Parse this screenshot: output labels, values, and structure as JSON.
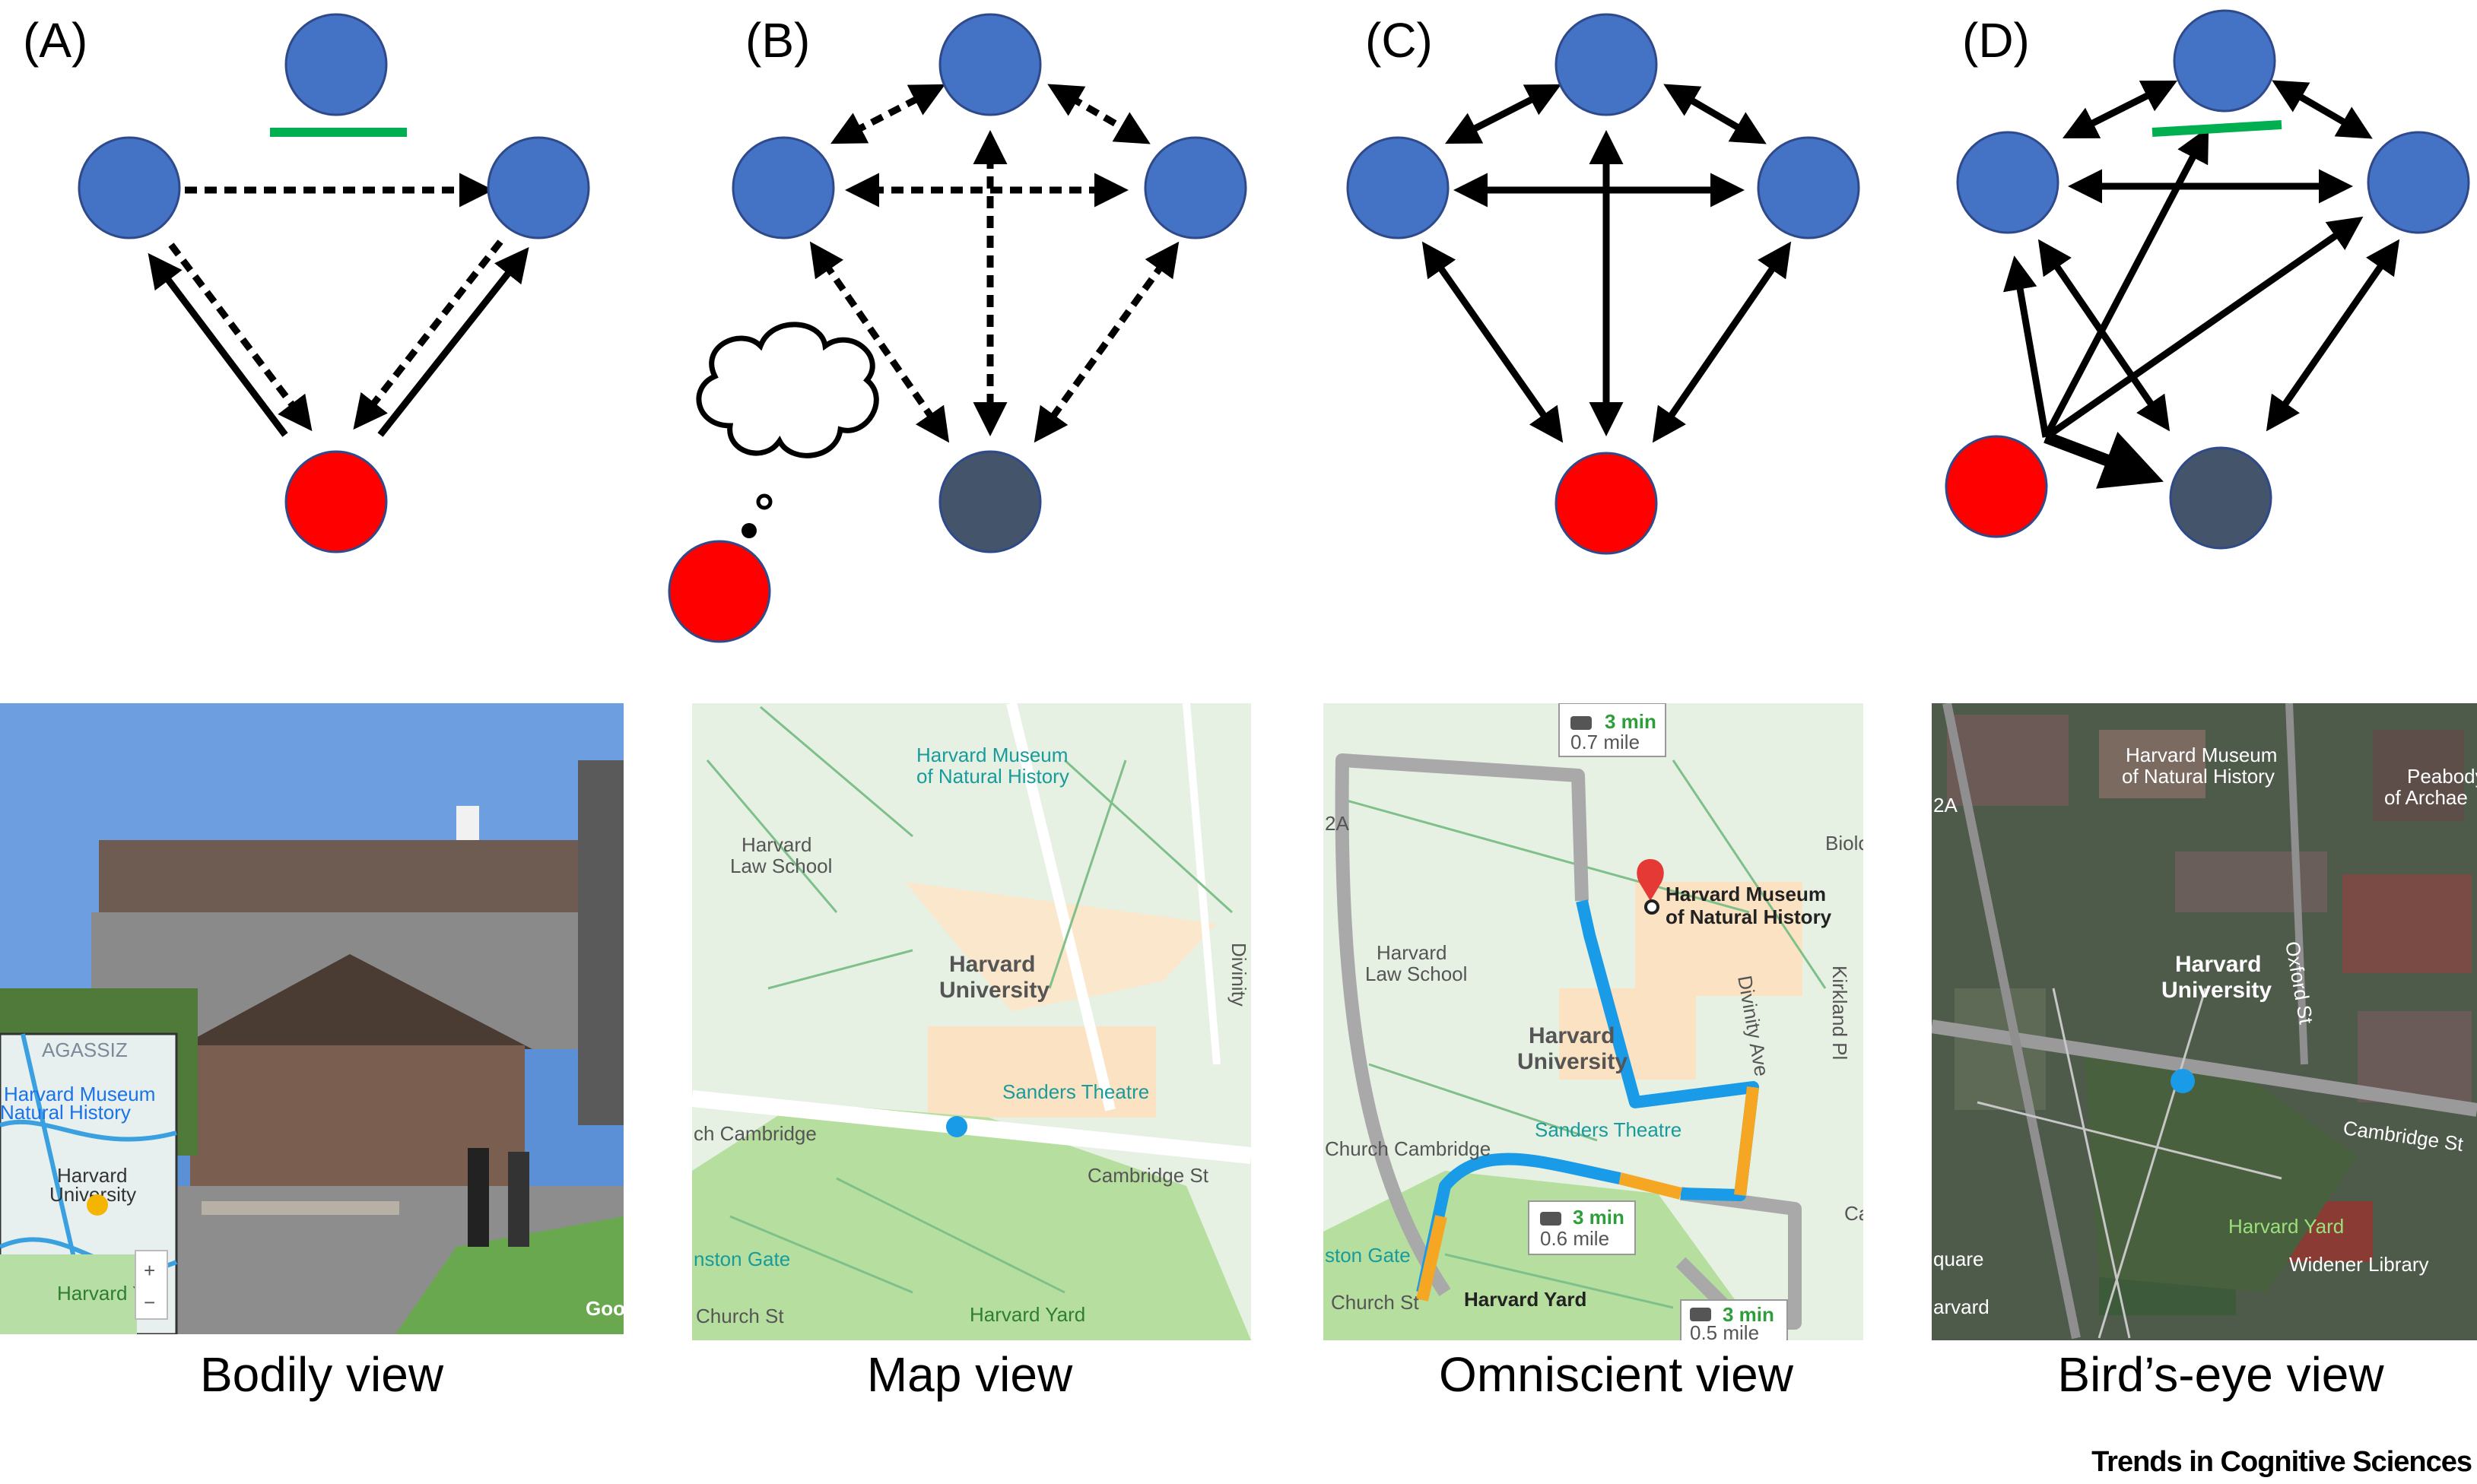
{
  "panels": [
    {
      "letter": "(A)",
      "caption": "Bodily view"
    },
    {
      "letter": "(B)",
      "caption": "Map view"
    },
    {
      "letter": "(C)",
      "caption": "Omniscient view"
    },
    {
      "letter": "(D)",
      "caption": "Bird’s-eye view"
    }
  ],
  "colors": {
    "agent_blue": "#4472c4",
    "self_red": "#ff0000",
    "other_dark": "#44546a",
    "barrier_green": "#00b050",
    "map_route_blue": "#1a9be8",
    "map_route_orange": "#f5a623"
  },
  "maps": {
    "bodily": {
      "inset_labels": [
        "AGASSIZ",
        "Harvard Museum",
        "Natural History",
        "Harvard",
        "University",
        "Harvard Y"
      ],
      "zoom_in": "+",
      "zoom_out": "−",
      "brand": "Goo"
    },
    "map": {
      "labels": [
        "Harvard Museum",
        "of Natural History",
        "Harvard",
        "Law School",
        "Harvard",
        "University",
        "Sanders Theatre",
        "ch Cambridge",
        "Cambridge St",
        "nston Gate",
        "Church St",
        "Harvard Yard",
        "Divinity"
      ]
    },
    "omniscient": {
      "labels": [
        "Harvard Museum",
        "of Natural History",
        "Harvard",
        "Law School",
        "Harvard",
        "University",
        "Sanders Theatre",
        "Church Cambridge",
        "ston Gate",
        "Church St",
        "Harvard Yard",
        "Divinity Ave",
        "Kirkland Pl",
        "Biolo",
        "2A",
        "Ca"
      ],
      "route_boxes": [
        {
          "time": "3 min",
          "dist": "0.7 mile"
        },
        {
          "time": "3 min",
          "dist": "0.6 mile"
        },
        {
          "time": "3 min",
          "dist": "0.5 mile"
        }
      ]
    },
    "birdseye": {
      "labels": [
        "Harvard Museum",
        "of Natural History",
        "Peabody",
        "of Archae",
        "Harvard",
        "University",
        "Oxford St",
        "Cambridge St",
        "Harvard Yard",
        "Widener Library",
        "quare",
        "arvard",
        "2A"
      ]
    }
  },
  "journal": "Trends in Cognitive Sciences"
}
